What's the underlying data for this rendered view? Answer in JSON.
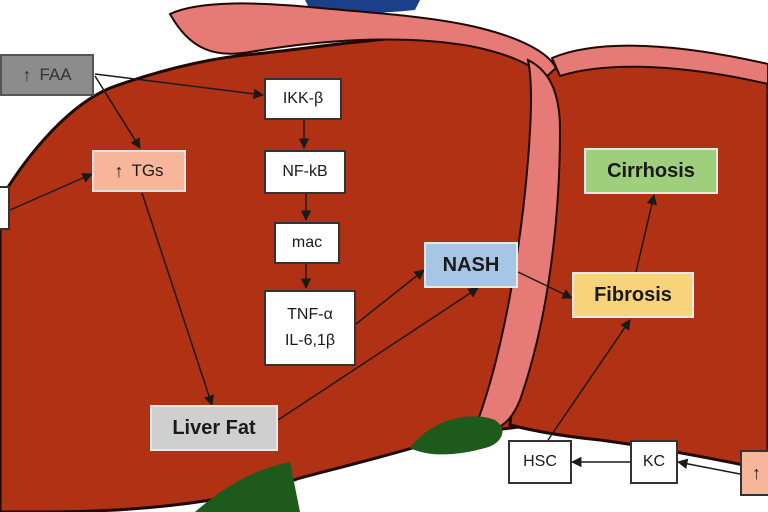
{
  "colors": {
    "liver": "#b13115",
    "liver_outline": "#1f0a05",
    "ligament": "#e67a76",
    "green_tissue": "#1f5a1d",
    "blue_vessel": "#1b3f88",
    "arrow": "#1a1a1a",
    "faa_box": "#8c8c8c",
    "tgs_box": "#f7b59a",
    "nash_box": "#a7c6e6",
    "cirrhosis_box": "#9fce7c",
    "fibrosis_box": "#f9d27c",
    "liver_fat_box": "#cfcfcf",
    "partial_box_right": "#f7b59a"
  },
  "nodes": {
    "faa": {
      "arrow_icon": "up-arrow-icon",
      "arrow": "↑",
      "label": "FAA"
    },
    "tgs": {
      "arrow_icon": "up-arrow-icon",
      "arrow": "↑",
      "label": "TGs"
    },
    "ikk": {
      "label": "IKK-β"
    },
    "nfkb": {
      "label": "NF-kB"
    },
    "mac": {
      "label": "mac"
    },
    "tnf": {
      "line1": "TNF-α",
      "line2": "IL-6,1β"
    },
    "nash": {
      "label": "NASH"
    },
    "fibrosis": {
      "label": "Fibrosis"
    },
    "cirrhosis": {
      "label": "Cirrhosis"
    },
    "liver_fat": {
      "label": "Liver Fat"
    },
    "hsc": {
      "label": "HSC"
    },
    "kc": {
      "label": "KC"
    },
    "partial_right": {
      "arrow": "↑"
    }
  }
}
